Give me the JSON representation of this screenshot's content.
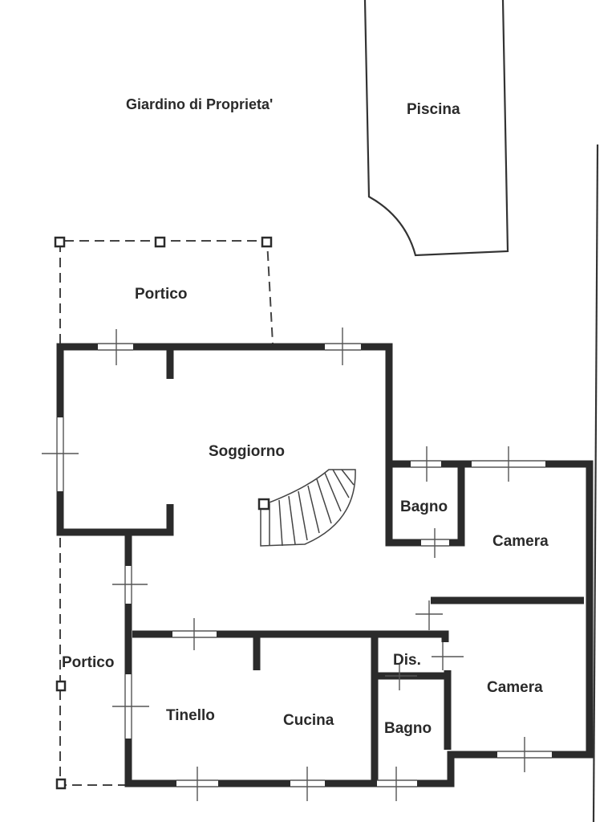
{
  "rooms": {
    "garden": "Giardino di Proprieta'",
    "pool": "Piscina",
    "portico_top": "Portico",
    "living": "Soggiorno",
    "bath_upper": "Bagno",
    "bedroom_upper": "Camera",
    "portico_left": "Portico",
    "corridor": "Dis.",
    "bedroom_lower": "Camera",
    "dinette": "Tinello",
    "kitchen": "Cucina",
    "bath_lower": "Bagno"
  }
}
